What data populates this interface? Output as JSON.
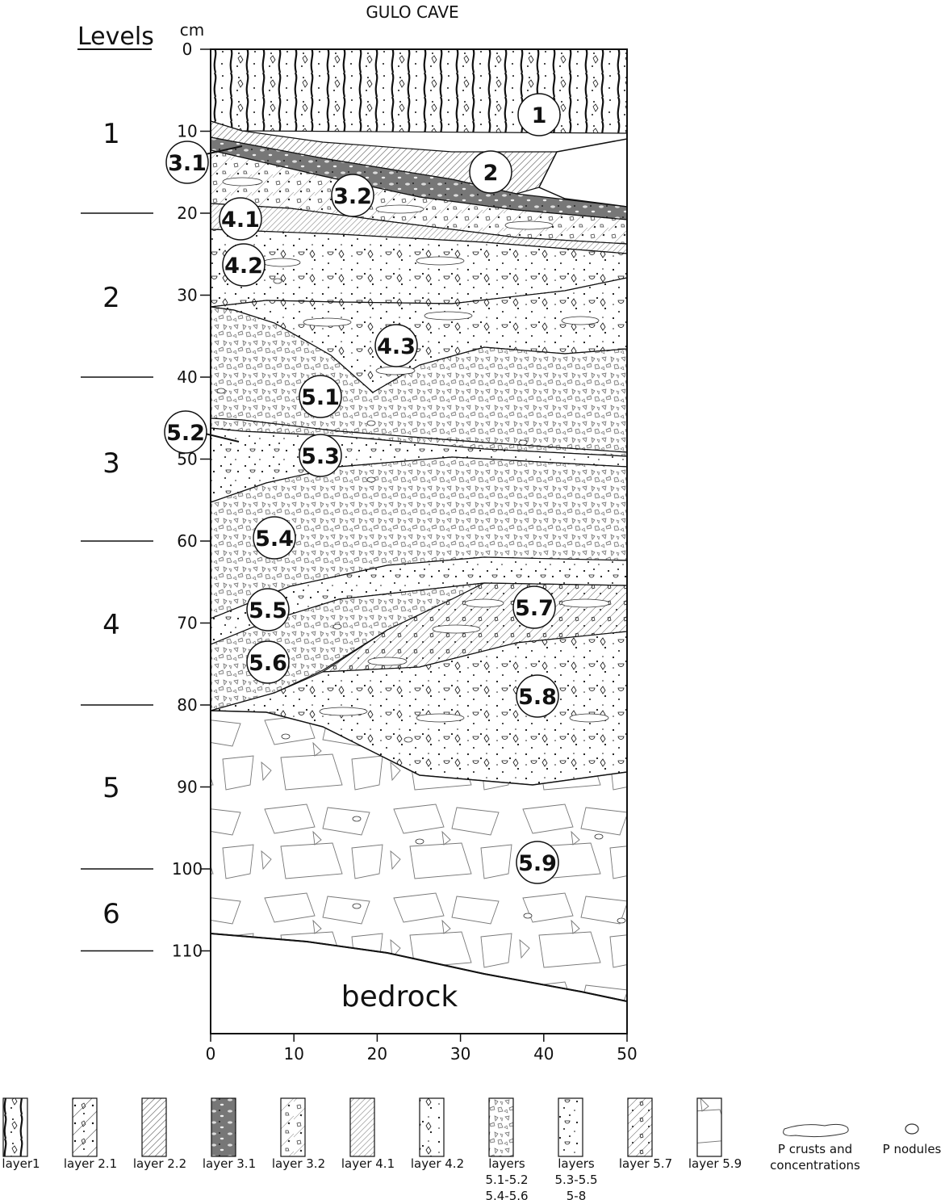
{
  "title": "GULO CAVE",
  "levels_header": "Levels",
  "depth_unit": "cm",
  "depth_ticks": [
    "0",
    "10",
    "20",
    "30",
    "40",
    "50",
    "60",
    "70",
    "80",
    "90",
    "100",
    "110"
  ],
  "width_ticks": [
    "0",
    "10",
    "20",
    "30",
    "40",
    "50"
  ],
  "levels": [
    "1",
    "2",
    "3",
    "4",
    "5",
    "6"
  ],
  "layers": [
    "1",
    "2",
    "3.1",
    "3.2",
    "4.1",
    "4.2",
    "4.3",
    "5.1",
    "5.2",
    "5.3",
    "5.4",
    "5.5",
    "5.6",
    "5.7",
    "5.8",
    "5.9"
  ],
  "bedrock_label": "bedrock",
  "legend": [
    {
      "pattern": "layer1",
      "label": [
        "layer1"
      ]
    },
    {
      "pattern": "layer21",
      "label": [
        "layer 2.1"
      ]
    },
    {
      "pattern": "layer22",
      "label": [
        "layer 2.2"
      ]
    },
    {
      "pattern": "layer31",
      "label": [
        "layer 3.1"
      ]
    },
    {
      "pattern": "layer32",
      "label": [
        "layer 3.2"
      ]
    },
    {
      "pattern": "layer41",
      "label": [
        "layer 4.1"
      ]
    },
    {
      "pattern": "layer42",
      "label": [
        "layer 4.2"
      ]
    },
    {
      "pattern": "layer51",
      "label": [
        "layers",
        "5.1-5.2",
        "5.4-5.6"
      ]
    },
    {
      "pattern": "layer53",
      "label": [
        "layers",
        "5.3-5.5",
        "5-8"
      ]
    },
    {
      "pattern": "layer57",
      "label": [
        "layer 5.7"
      ]
    },
    {
      "pattern": "layer59",
      "label": [
        "layer 5.9"
      ]
    }
  ],
  "legend_symbols": [
    {
      "symbol": "crust",
      "label": [
        "P crusts and",
        "concentrations"
      ]
    },
    {
      "symbol": "nodule",
      "label": [
        "P nodules"
      ]
    }
  ]
}
